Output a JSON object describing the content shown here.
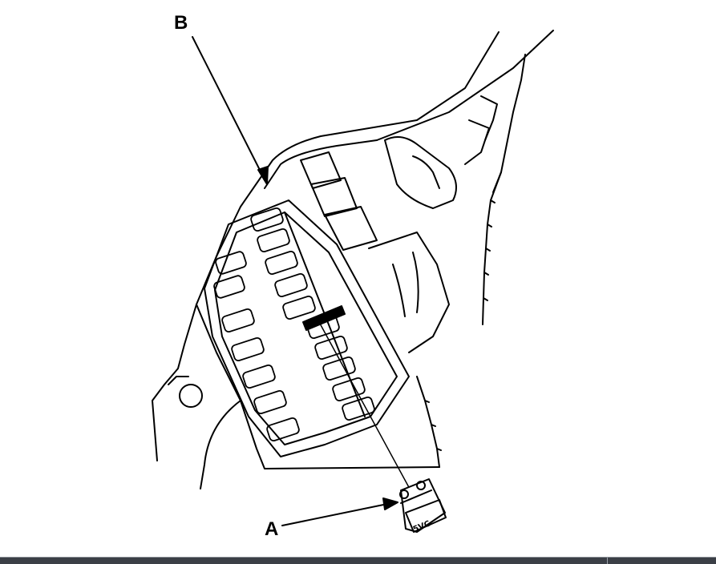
{
  "labels": {
    "a": "A",
    "b": "B"
  },
  "fuse": {
    "marking": "5VC"
  },
  "colors": {
    "line": "#000000",
    "background": "#ffffff",
    "bottom_bar": "#3b3f46"
  }
}
